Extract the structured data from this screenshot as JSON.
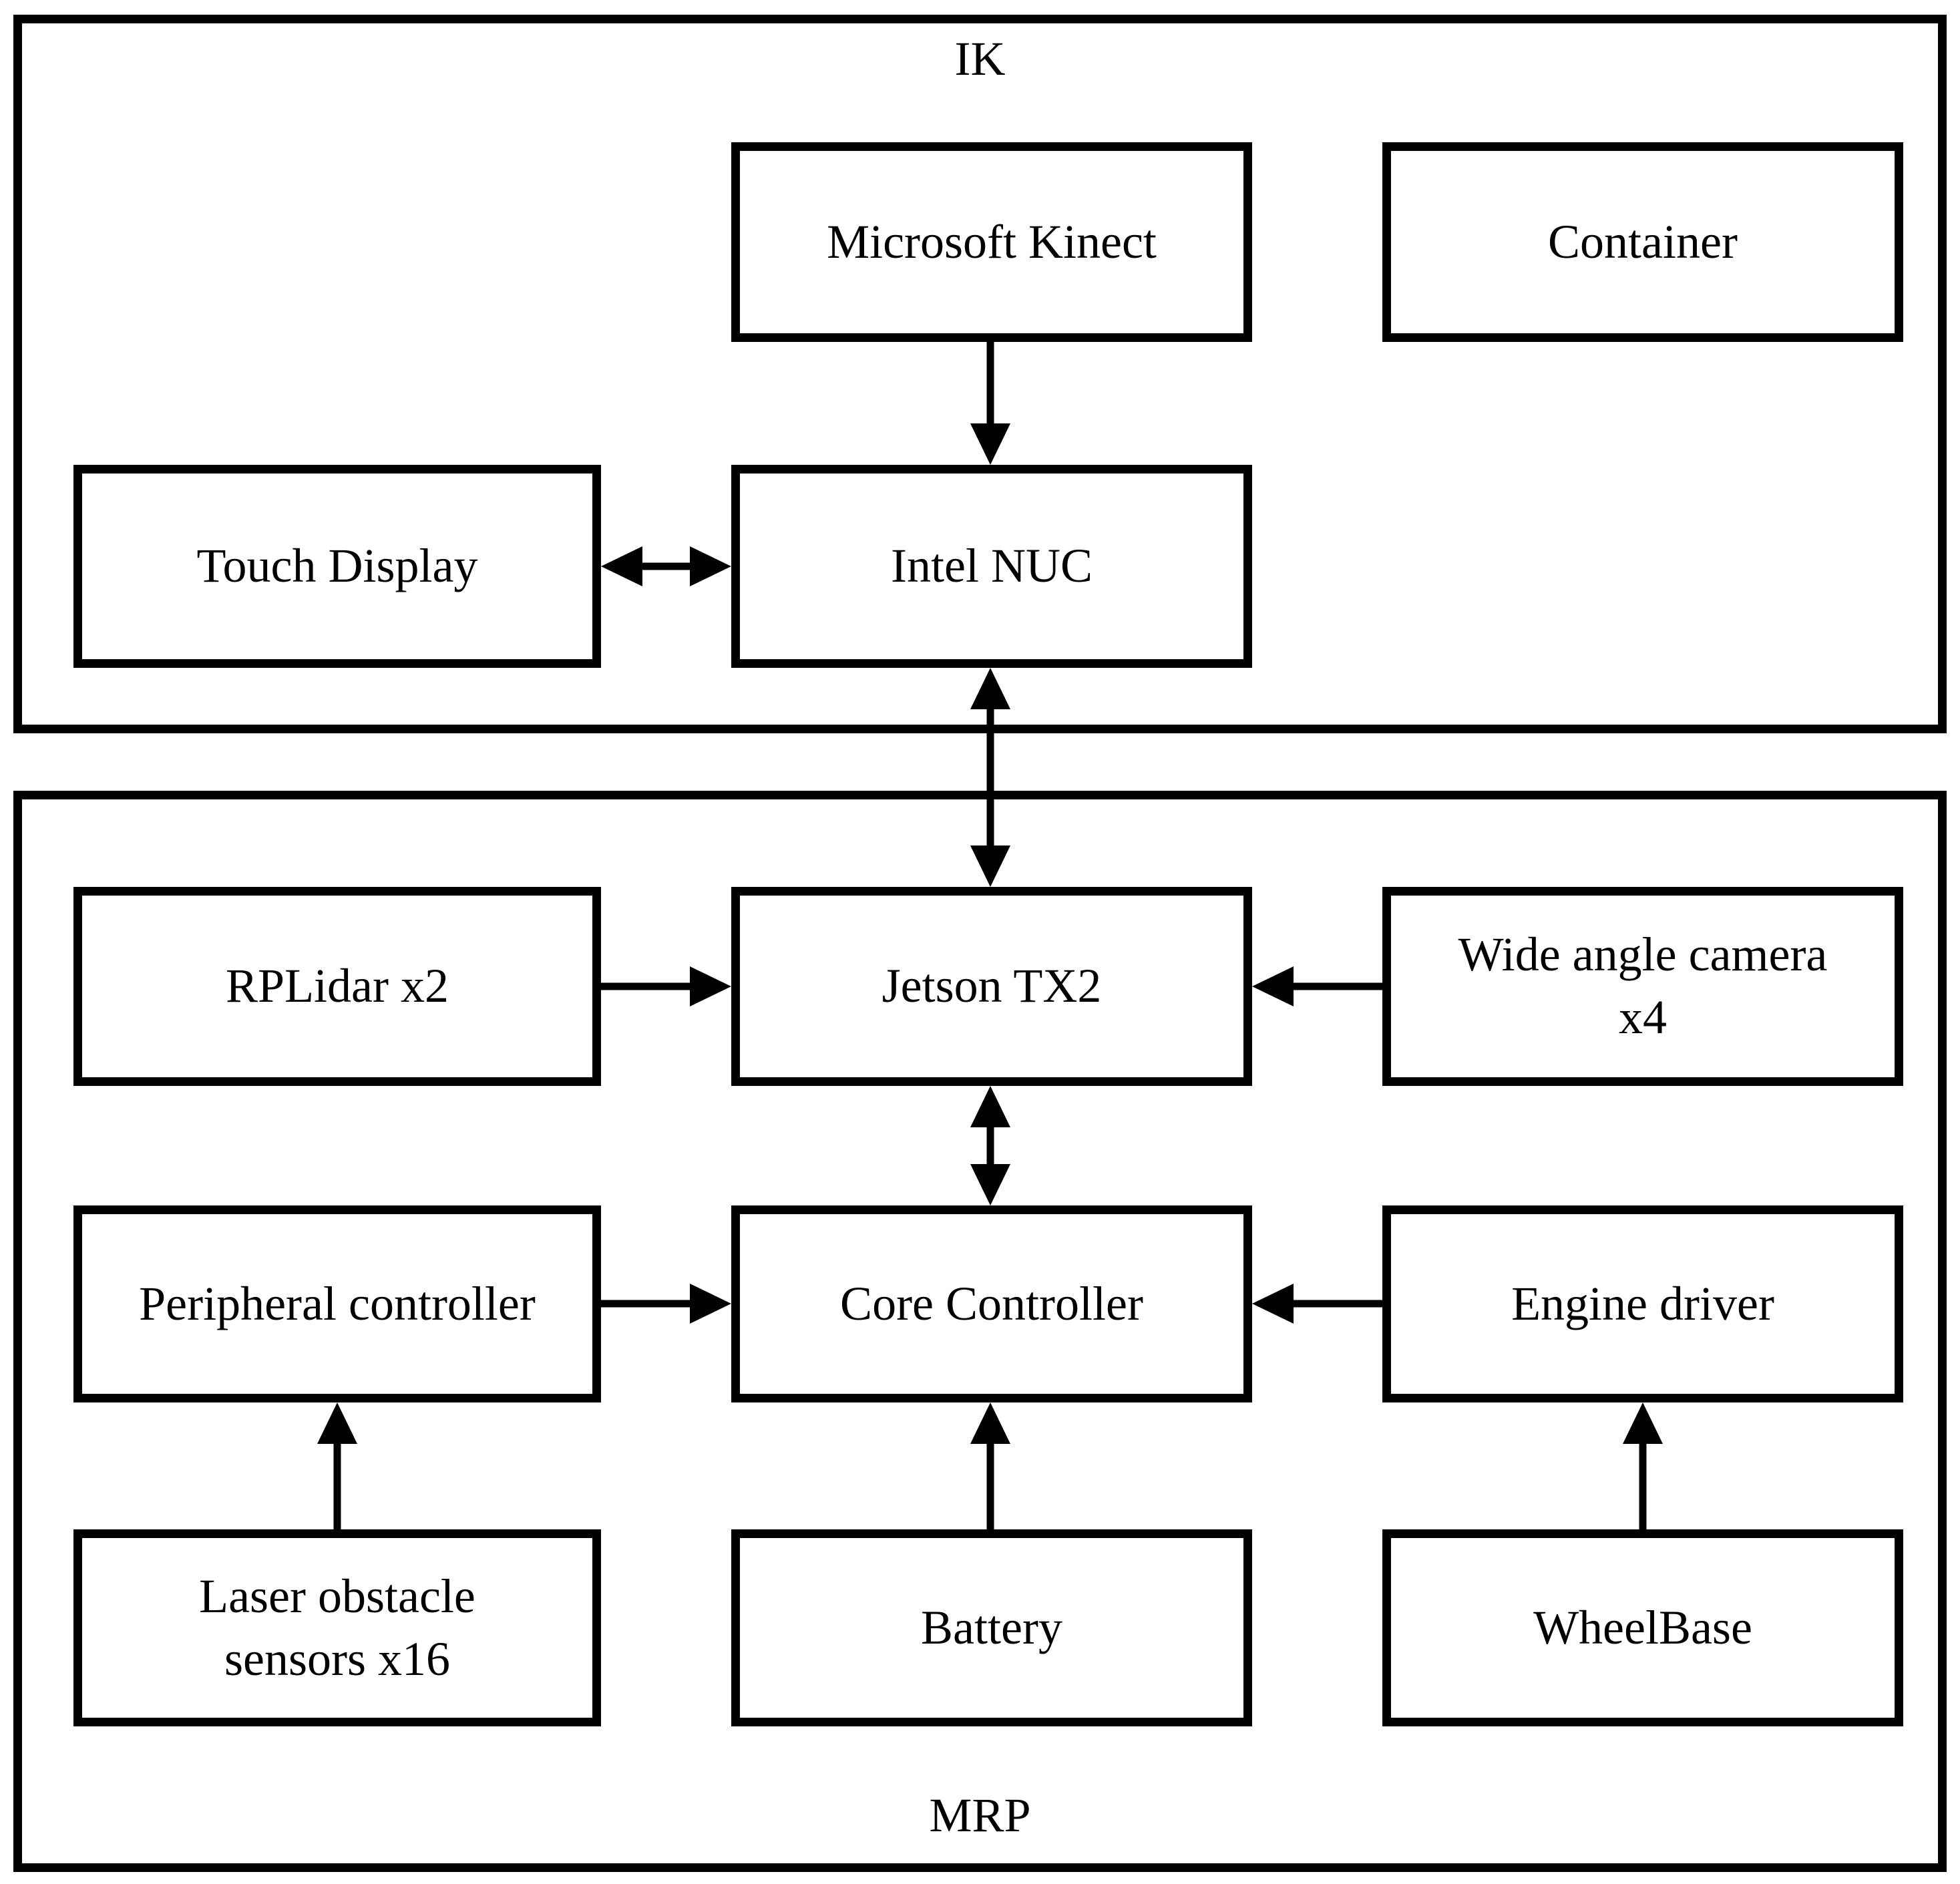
{
  "diagram": {
    "background_color": "#ffffff",
    "line_color": "#000000",
    "text_color": "#000000",
    "containers": {
      "ik": {
        "label": "IK"
      },
      "mrp": {
        "label": "MRP"
      }
    },
    "nodes": {
      "kinect": {
        "label": "Microsoft Kinect",
        "container": "IK"
      },
      "container_box": {
        "label": "Container",
        "container": "IK"
      },
      "touch_display": {
        "label": "Touch Display",
        "container": "IK"
      },
      "intel_nuc": {
        "label": "Intel NUC",
        "container": "IK"
      },
      "rplidar": {
        "label": "RPLidar x2",
        "container": "MRP"
      },
      "jetson": {
        "label": "Jetson TX2",
        "container": "MRP"
      },
      "wide_camera": {
        "label": "Wide angle camera\nx4",
        "container": "MRP"
      },
      "peripheral": {
        "label": "Peripheral controller",
        "container": "MRP"
      },
      "core": {
        "label": "Core Controller",
        "container": "MRP"
      },
      "engine": {
        "label": "Engine driver",
        "container": "MRP"
      },
      "laser": {
        "label": "Laser obstacle\nsensors x16",
        "container": "MRP"
      },
      "battery": {
        "label": "Battery",
        "container": "MRP"
      },
      "wheelbase": {
        "label": "WheelBase",
        "container": "MRP"
      }
    },
    "edges": [
      {
        "from": "Microsoft Kinect",
        "to": "Intel NUC",
        "direction": "one-way"
      },
      {
        "from": "Touch Display",
        "to": "Intel NUC",
        "direction": "two-way"
      },
      {
        "from": "Intel NUC",
        "to": "Jetson TX2",
        "direction": "two-way"
      },
      {
        "from": "RPLidar x2",
        "to": "Jetson TX2",
        "direction": "one-way"
      },
      {
        "from": "Wide angle camera x4",
        "to": "Jetson TX2",
        "direction": "one-way"
      },
      {
        "from": "Jetson TX2",
        "to": "Core Controller",
        "direction": "two-way"
      },
      {
        "from": "Peripheral controller",
        "to": "Core Controller",
        "direction": "one-way"
      },
      {
        "from": "Engine driver",
        "to": "Core Controller",
        "direction": "one-way"
      },
      {
        "from": "Laser obstacle sensors x16",
        "to": "Peripheral controller",
        "direction": "one-way"
      },
      {
        "from": "Battery",
        "to": "Core Controller",
        "direction": "one-way"
      },
      {
        "from": "WheelBase",
        "to": "Engine driver",
        "direction": "one-way"
      }
    ]
  }
}
